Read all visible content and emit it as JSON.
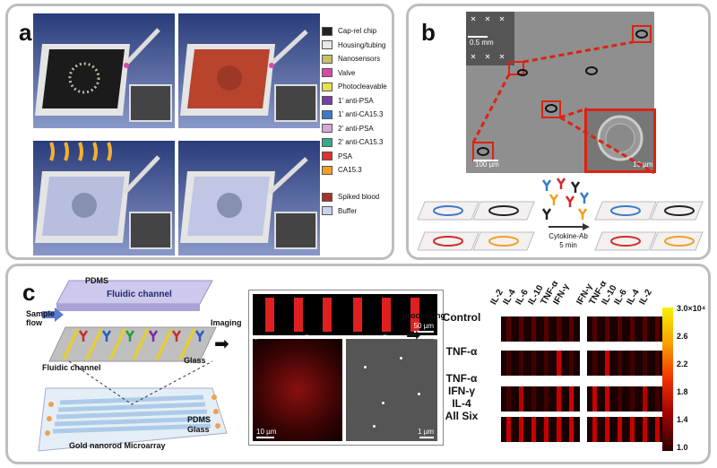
{
  "panels": {
    "a": {
      "label": "a"
    },
    "b": {
      "label": "b"
    },
    "c": {
      "label": "c"
    }
  },
  "panel_a": {
    "legend": [
      {
        "label": "Cap-rel chip",
        "color": "#222222"
      },
      {
        "label": "Housing/tubing",
        "color": "#e8e8e8"
      },
      {
        "label": "Nanosensors",
        "color": "#c8c06a"
      },
      {
        "label": "Valve",
        "color": "#d84aa8"
      },
      {
        "label": "Photocleavable",
        "color": "#e8e050"
      },
      {
        "label": "1' anti-PSA",
        "color": "#7a3ea0"
      },
      {
        "label": "1' anti-CA15.3",
        "color": "#3a7ac8"
      },
      {
        "label": "2' anti-PSA",
        "color": "#d6a8d8"
      },
      {
        "label": "2' anti-CA15.3",
        "color": "#3aa88a"
      },
      {
        "label": "PSA",
        "color": "#e03030"
      },
      {
        "label": "CA15.3",
        "color": "#f0a020"
      }
    ],
    "legend2": [
      {
        "label": "Spiked blood",
        "color": "#a83228"
      },
      {
        "label": "Buffer",
        "color": "#c8d4ee"
      }
    ]
  },
  "panel_b": {
    "scale_inset": "0.5 mm",
    "scale_main": "100 µm",
    "scale_zoom": "10 µm",
    "arrow_label_1": "Cytokine-Ab",
    "arrow_label_2": "5 min"
  },
  "panel_c": {
    "pdms_top": "PDMS",
    "fluidic_channel_top": "Fluidic channel",
    "sample_flow": "Sample\nflow",
    "glass_top": "Glass",
    "fluidic_channel": "Fluidic channel",
    "pdms_bottom": "PDMS",
    "glass_bottom": "Glass",
    "microarray": "Gold nanorod Microarray",
    "imaging": "Imaging",
    "processing": "processing",
    "scale_50": "50 µm",
    "scale_10": "10 µm",
    "scale_1": "1 µm",
    "cols_left": [
      "IL-2",
      "IL-4",
      "IL-6",
      "IL-10",
      "TNF-α",
      "IFN-γ"
    ],
    "cols_right": [
      "IFN-γ",
      "TNF-α",
      "IL-10",
      "IL-6",
      "IL-4",
      "IL-2"
    ],
    "rows": [
      "Control",
      "TNF-α",
      "TNF-α\nIFN-γ\nIL-4",
      "All Six"
    ],
    "colorbar_ticks": [
      "3.0×10⁴",
      "2.6",
      "2.2",
      "1.8",
      "1.4",
      "1.0"
    ]
  }
}
